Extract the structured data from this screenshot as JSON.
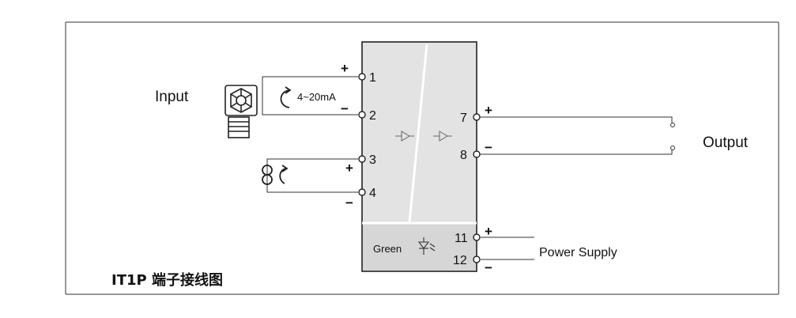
{
  "diagram": {
    "title": "IT1P 端子接线图",
    "input_label": "Input",
    "output_label": "Output",
    "power_label": "Power Supply",
    "current_range": "4~20mA",
    "led_label": "Green",
    "terminals": {
      "t1": "1",
      "t2": "2",
      "t3": "3",
      "t4": "4",
      "t7": "7",
      "t8": "8",
      "t11": "11",
      "t12": "12"
    },
    "signs": {
      "plus": "+",
      "minus": "−"
    },
    "colors": {
      "module_fill": "#e3e3e3",
      "module_lower": "#d4d4d4",
      "line": "#333333",
      "frame": "#7a7a7a"
    }
  }
}
